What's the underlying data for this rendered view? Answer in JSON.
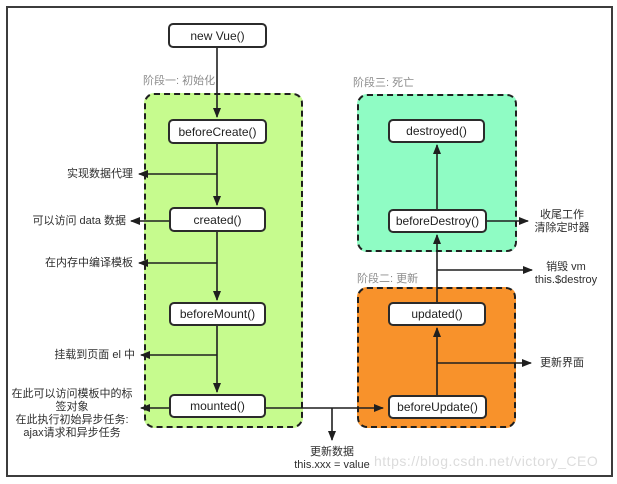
{
  "diagram": {
    "title_node": "new Vue()",
    "phases": {
      "phase1": {
        "label": "阶段一: 初始化",
        "color": "#c6fb8e"
      },
      "phase2": {
        "label": "阶段二: 更新",
        "color": "#f8922b"
      },
      "phase3": {
        "label": "阶段三: 死亡",
        "color": "#8ffcc4"
      }
    },
    "nodes": {
      "new_vue": "new Vue()",
      "before_create": "beforeCreate()",
      "created": "created()",
      "before_mount": "beforeMount()",
      "mounted": "mounted()",
      "destroyed": "destroyed()",
      "before_destroy": "beforeDestroy()",
      "updated": "updated()",
      "before_update": "beforeUpdate()"
    },
    "annotations": {
      "data_proxy": "实现数据代理",
      "access_data": "可以访问 data 数据",
      "compile_template": "在内存中编译模板",
      "mount_el": "挂载到页面 el 中",
      "mounted_note_line1": "在此可以访问模板中的标签对象",
      "mounted_note_line2": "在此执行初始异步任务:",
      "mounted_note_line3": "ajax请求和异步任务",
      "cleanup_line1": "收尾工作",
      "cleanup_line2": "清除定时器",
      "destroy_line1": "销毁 vm",
      "destroy_line2": "this.$destroy",
      "update_ui": "更新界面",
      "update_data_line1": "更新数据",
      "update_data_line2": "this.xxx = value"
    },
    "watermark": "https://blog.csdn.net/victory_CEO",
    "line_color": "#1f1f1f"
  }
}
